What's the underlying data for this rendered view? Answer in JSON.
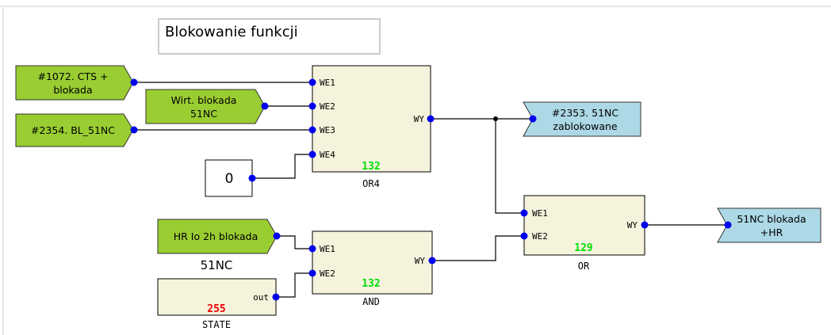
{
  "title": "Blokowanie funkcji",
  "inputs": {
    "cts": {
      "line1": "#1072. CTS +",
      "line2": "blokada"
    },
    "wirt": {
      "line1": "Wirt. blokada",
      "line2": "51NC"
    },
    "bl51nc": {
      "line1": "#2354. BL_51NC"
    },
    "hr": {
      "line1": "HR Io 2h blokada"
    },
    "hr_caption": "51NC",
    "const_zero": "0"
  },
  "outputs": {
    "zablok": {
      "line1": "#2353. 51NC",
      "line2": "zablokowane"
    },
    "hr_out": {
      "line1": "51NC blokada",
      "line2": "+HR"
    }
  },
  "blocks": {
    "or4": {
      "name": "OR4",
      "number": "132",
      "inputs": [
        "WE1",
        "WE2",
        "WE3",
        "WE4"
      ],
      "output": "WY"
    },
    "and": {
      "name": "AND",
      "number": "132",
      "inputs": [
        "WE1",
        "WE2"
      ],
      "output": "WY"
    },
    "or": {
      "name": "OR",
      "number": "129",
      "inputs": [
        "WE1",
        "WE2"
      ],
      "output": "WY"
    },
    "state": {
      "name": "STATE",
      "number": "255",
      "output": "out"
    }
  },
  "colors": {
    "input_green": "#9acd32",
    "output_blue": "#add8e6",
    "block_fill": "#f5f3dc",
    "pin_dot": "#0000ee",
    "num_green": "#00dd00",
    "num_red": "#ee0000"
  }
}
